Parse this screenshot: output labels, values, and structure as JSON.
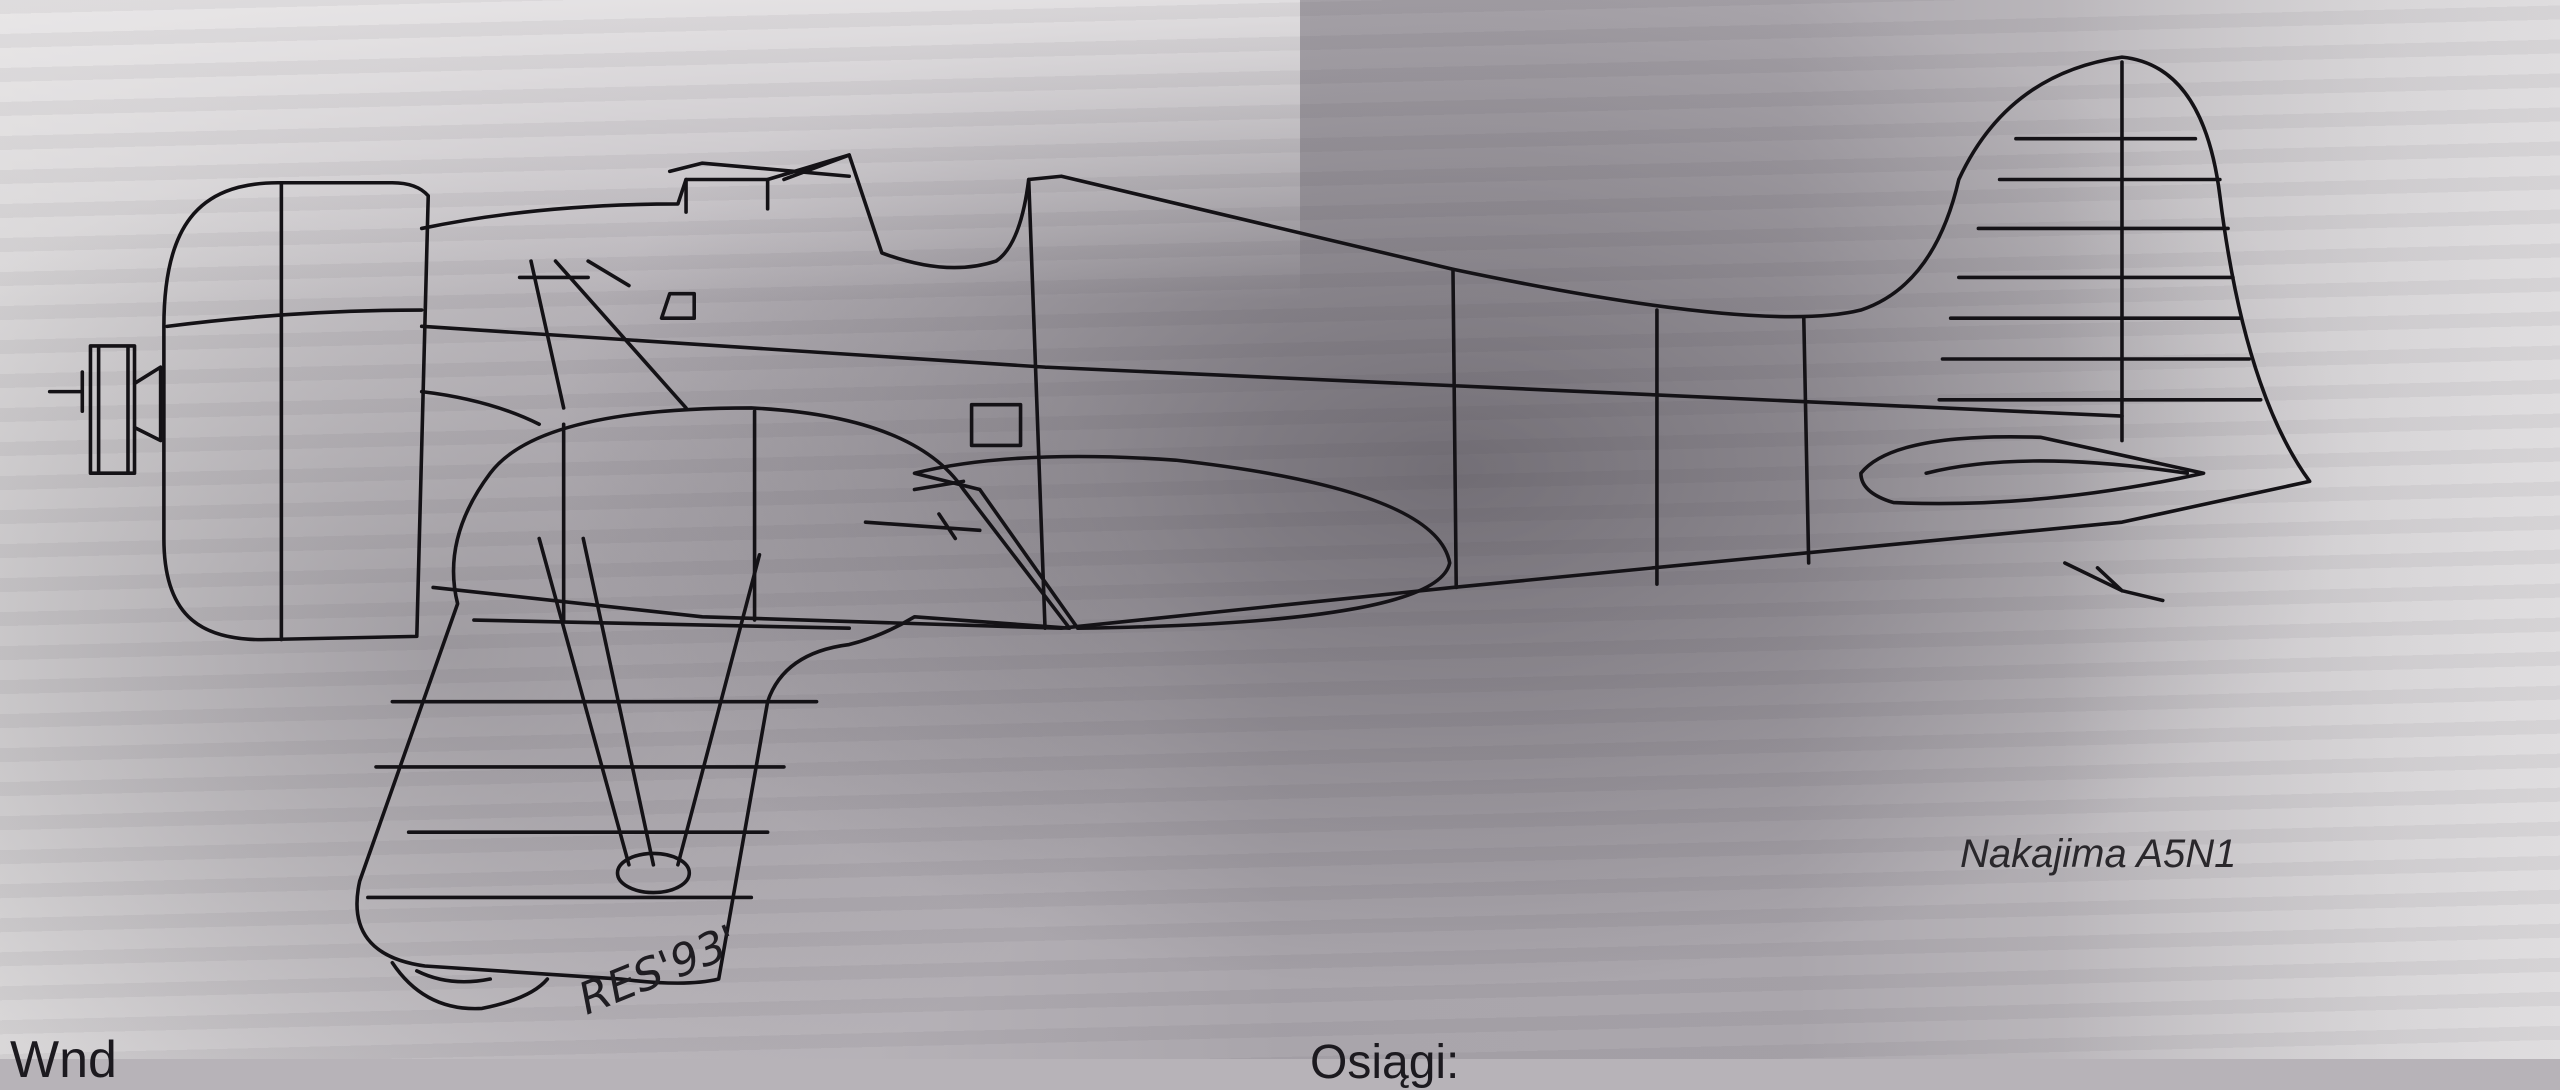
{
  "figure": {
    "caption": "Nakajima A5N1",
    "signature": "RES'93'"
  },
  "text": {
    "left_heading_partial": "Wnd",
    "right_heading_partial": "Osiągi:"
  }
}
